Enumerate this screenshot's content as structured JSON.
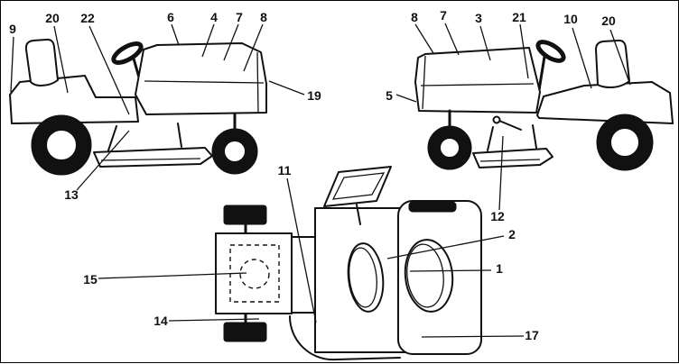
{
  "diagram": {
    "kind": "lawn-tractor-three-view-parts-diagram",
    "views": {
      "left": "left-side-view",
      "right": "right-side-view",
      "top": "top-view"
    },
    "callouts": [
      {
        "label": "9",
        "view": "left-side"
      },
      {
        "label": "20",
        "view": "left-side"
      },
      {
        "label": "22",
        "view": "left-side"
      },
      {
        "label": "6",
        "view": "left-side"
      },
      {
        "label": "4",
        "view": "left-side"
      },
      {
        "label": "7",
        "view": "left-side"
      },
      {
        "label": "8",
        "view": "left-side"
      },
      {
        "label": "19",
        "view": "left-side"
      },
      {
        "label": "13",
        "view": "left-side"
      },
      {
        "label": "8",
        "view": "right-side"
      },
      {
        "label": "7",
        "view": "right-side"
      },
      {
        "label": "3",
        "view": "right-side"
      },
      {
        "label": "21",
        "view": "right-side"
      },
      {
        "label": "10",
        "view": "right-side"
      },
      {
        "label": "20",
        "view": "right-side"
      },
      {
        "label": "5",
        "view": "right-side"
      },
      {
        "label": "12",
        "view": "right-side"
      },
      {
        "label": "11",
        "view": "top"
      },
      {
        "label": "15",
        "view": "top"
      },
      {
        "label": "14",
        "view": "top"
      },
      {
        "label": "2",
        "view": "top"
      },
      {
        "label": "1",
        "view": "top"
      },
      {
        "label": "17",
        "view": "top"
      }
    ]
  }
}
